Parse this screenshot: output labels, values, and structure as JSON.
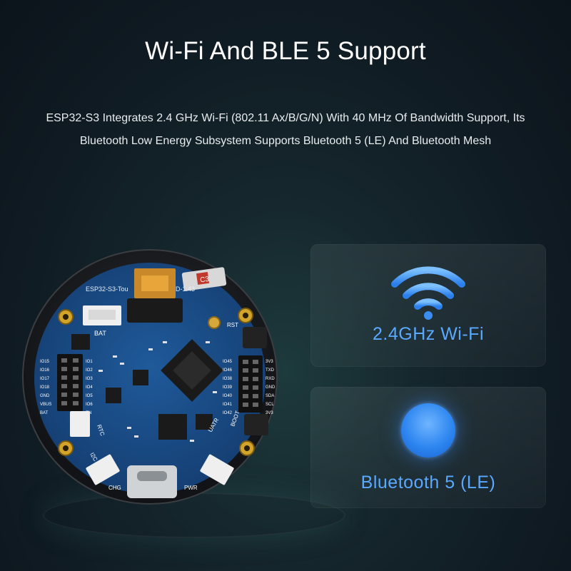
{
  "header": {
    "title": "Wi-Fi And BLE 5 Support",
    "description_line1": "ESP32-S3 Integrates 2.4 GHz Wi-Fi (802.11 Ax/B/G/N) With 40 MHz Of Bandwidth Support, Its",
    "description_line2": "Bluetooth Low Energy Subsystem Supports Bluetooth 5 (LE) And Bluetooth Mesh"
  },
  "board": {
    "name_label": "ESP32-S3-Tou",
    "name_suffix": "D-1.43",
    "sd_label": "C3",
    "labels": {
      "bat": "BAT",
      "rst": "RST",
      "rtc": "RTC",
      "i2c": "I2C",
      "uart": "UATR",
      "boot": "BOOT",
      "chg": "CHG",
      "pwr": "PWR"
    },
    "left_pins": [
      "IO15",
      "IO16",
      "IO17",
      "IO18",
      "GND",
      "VBUS",
      "BAT"
    ],
    "left_pins_b": [
      "IO1",
      "IO2",
      "IO3",
      "IO4",
      "IO5",
      "IO6",
      "EN"
    ],
    "right_pins": [
      "IO45",
      "IO46",
      "IO38",
      "IO39",
      "IO40",
      "IO41",
      "IO42"
    ],
    "right_pins_b": [
      "3V3",
      "TXD",
      "RXD",
      "GND",
      "SDA",
      "SCL",
      "3V3"
    ]
  },
  "features": {
    "wifi": {
      "label": "2.4GHz Wi-Fi",
      "icon": "wifi-icon",
      "color": "#5aa8ff"
    },
    "bluetooth": {
      "label": "Bluetooth 5 (LE)",
      "icon": "bluetooth-orb-icon",
      "color": "#5aa8ff"
    }
  }
}
